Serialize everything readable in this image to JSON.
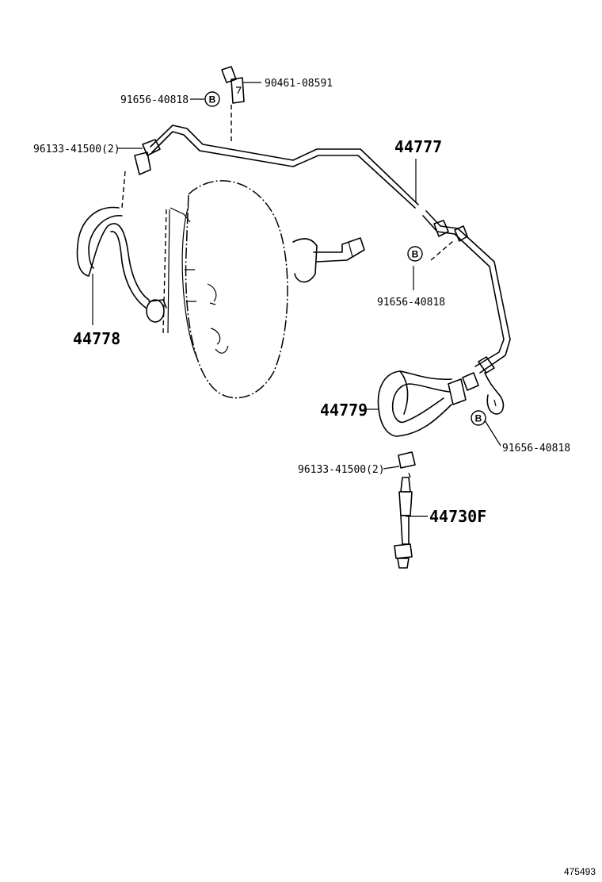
{
  "diagram_id": "475493",
  "part_labels": {
    "clip_top": "90461-08591",
    "bracket_top": "91656-40818",
    "clamp_left": "96133-41500(2)",
    "pipe": "44777",
    "hose_left": "44778",
    "bracket_right_mid": "91656-40818",
    "hose_right": "44779",
    "bracket_right_low": "91656-40818",
    "clamp_bottom": "96133-41500(2)",
    "valve": "44730F"
  },
  "badge_letter": "B"
}
